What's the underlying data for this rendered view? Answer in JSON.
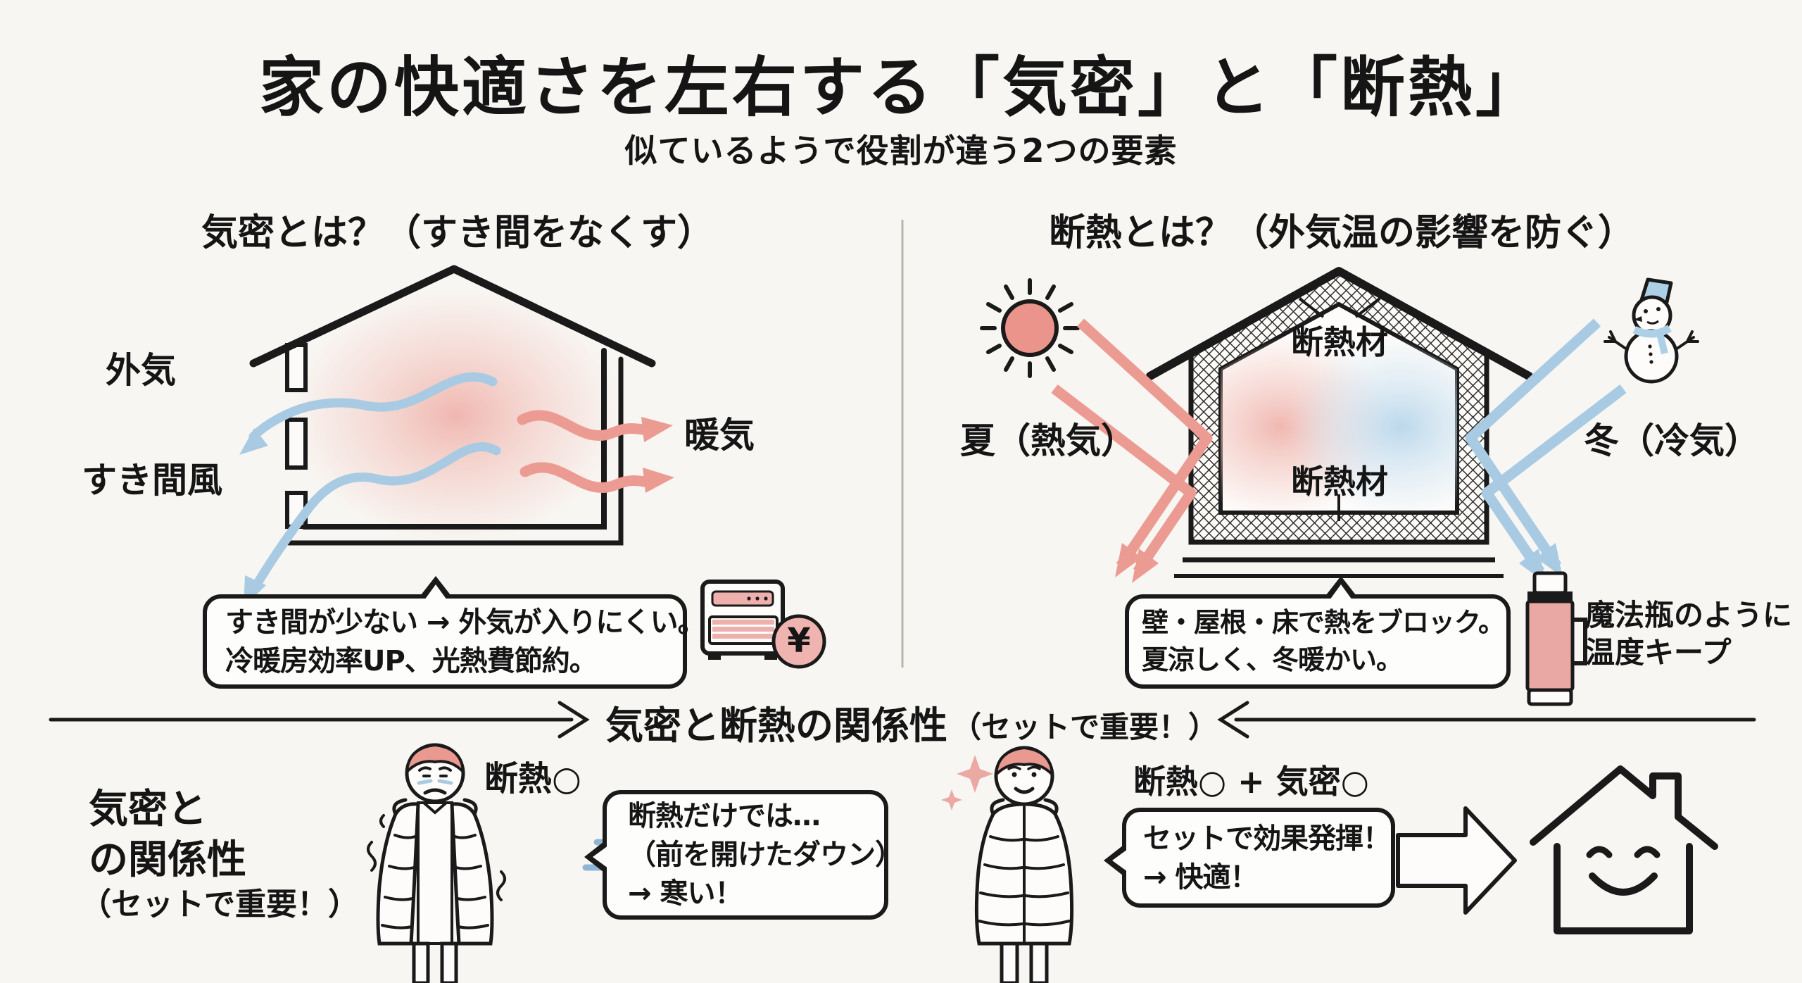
{
  "page": {
    "title": "家の快適さを左右する「気密」と「断熱」",
    "subtitle": "似ているようで役割が違う2つの要素",
    "background": "#f8f6f2"
  },
  "airtight_section": {
    "heading": "気密とは？（すき間をなくす）",
    "label_outside_air": "外気",
    "label_draft": "すき間風",
    "label_warm_air": "暖気",
    "callout_line1": "すき間が少ない → 外気が入りにくい。",
    "callout_line2": "冷暖房効率UP、光熱費節約。",
    "coin_symbol": "¥"
  },
  "insulation_section": {
    "heading": "断熱とは？（外気温の影響を防ぐ）",
    "label_summer": "夏（熱気）",
    "label_winter": "冬（冷気）",
    "label_insulation_top": "断熱材",
    "label_insulation_bottom": "断熱材",
    "callout_line1": "壁・屋根・床で熱をブロック。",
    "callout_line2": "夏涼しく、冬暖かい。",
    "thermos_note_line1": "魔法瓶のように",
    "thermos_note_line2": "温度キープ"
  },
  "relation_banner": {
    "title": "気密と断熱の関係性",
    "subtitle": "（セットで重要！）"
  },
  "relation_section": {
    "caption_line1": "気密と",
    "caption_line2": "の関係性",
    "caption_line3": "（セットで重要！）",
    "bad_tag": "断熱○",
    "bad_bubble_line1": "断熱だけでは…",
    "bad_bubble_line2": "（前を開けたダウン）",
    "bad_bubble_line3": "→ 寒い！",
    "good_tag": "断熱○ + 気密○",
    "good_bubble_line1": "セットで効果発揮！",
    "good_bubble_line2": "→ 快適！"
  },
  "icons": [
    "airtight-house-icon",
    "insulated-house-icon",
    "sun-icon",
    "snowman-icon",
    "heater-icon",
    "yen-coin-icon",
    "thermos-icon",
    "wind-icon",
    "sparkle-icon",
    "cold-person-icon",
    "warm-person-icon",
    "smiling-house-icon",
    "warm-air-arrow-icon",
    "cold-air-arrow-icon",
    "big-result-arrow-icon"
  ],
  "colors": {
    "ink": "#1a1a1a",
    "warm": "#ec9b92",
    "warm_fill": "#eeb0ac",
    "cool": "#a8cbe3",
    "hair_pink": "#e9998f",
    "background": "#f8f6f2"
  }
}
